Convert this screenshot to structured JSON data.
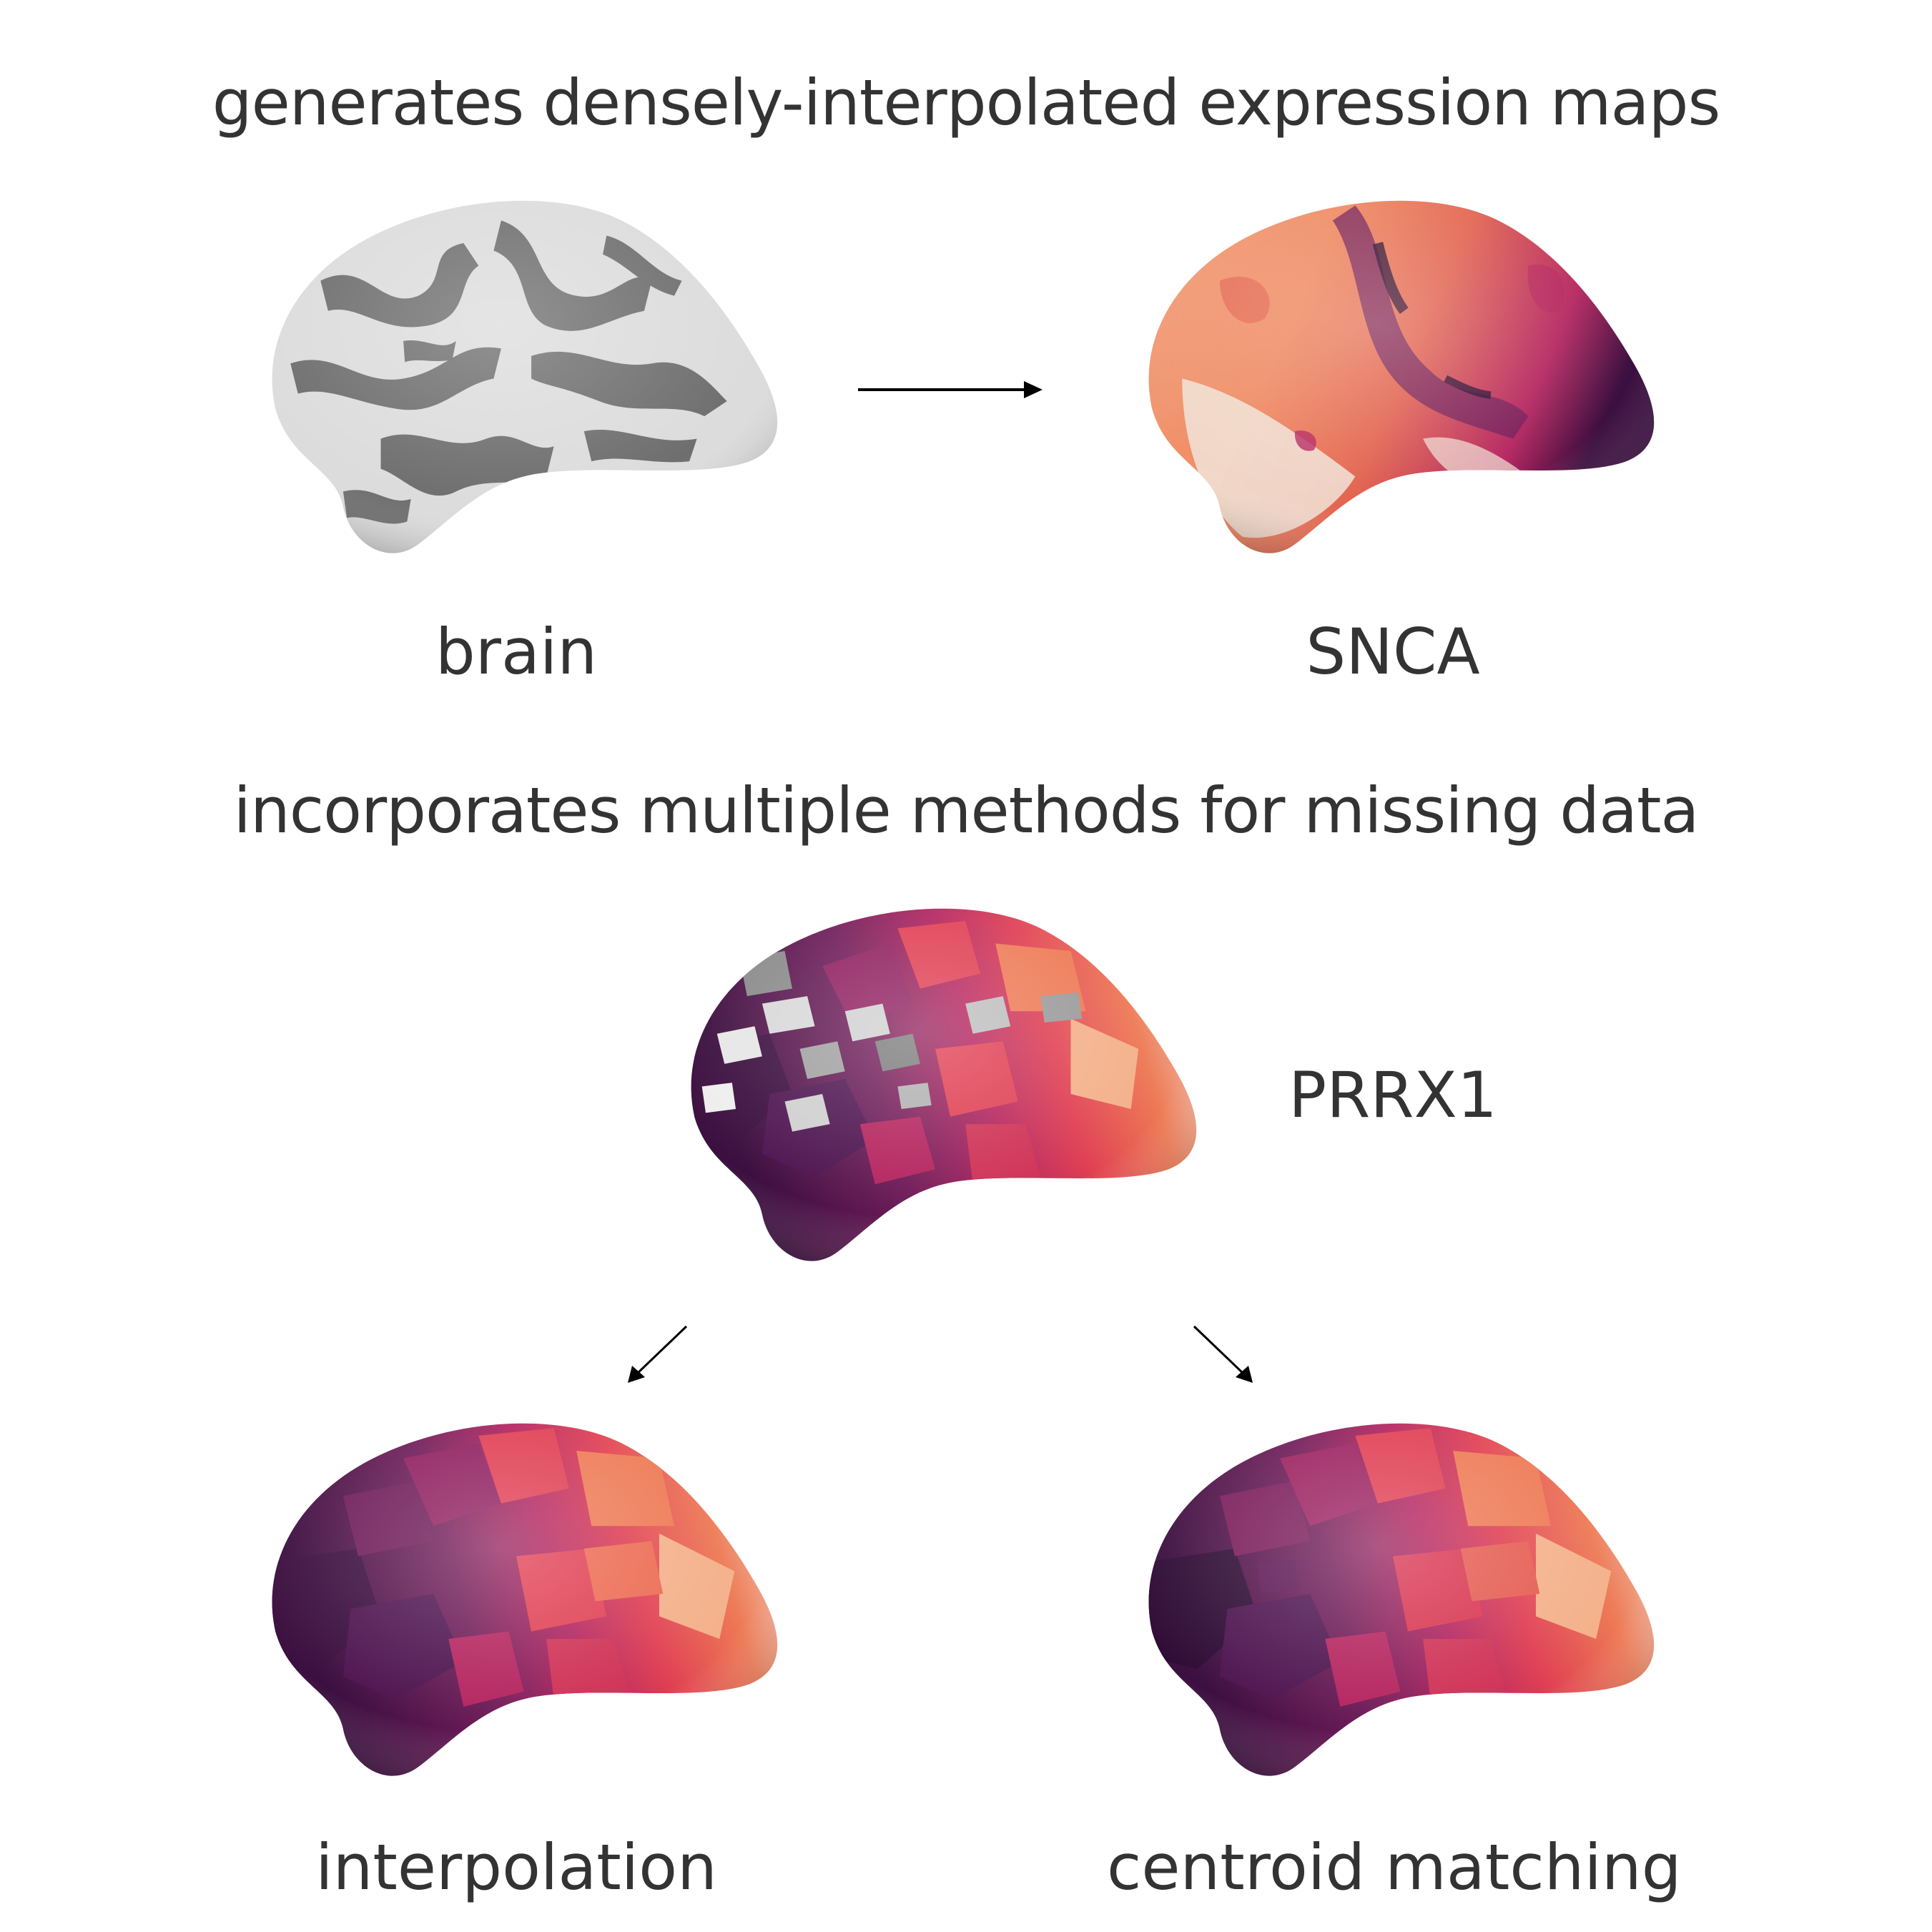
{
  "headings": {
    "top": "generates densely-interpolated expression maps",
    "bottom": "incorporates multiple methods for missing data"
  },
  "labels": {
    "brain": "brain",
    "snca": "SNCA",
    "prrx1": "PRRX1",
    "interpolation": "interpolation",
    "centroid": "centroid matching"
  },
  "colors": {
    "text": "#333333",
    "arrow": "#000000",
    "gray_light": "#dcdcdc",
    "gray_dark": "#6e6e6e",
    "magma_dark": "#3b0f3f",
    "magma_purple": "#6e1b58",
    "magma_magenta": "#b4235e",
    "magma_red": "#e03e52",
    "magma_orange": "#ee7a55",
    "magma_peach": "#f4b08a",
    "magma_cream": "#f1e4d8"
  }
}
